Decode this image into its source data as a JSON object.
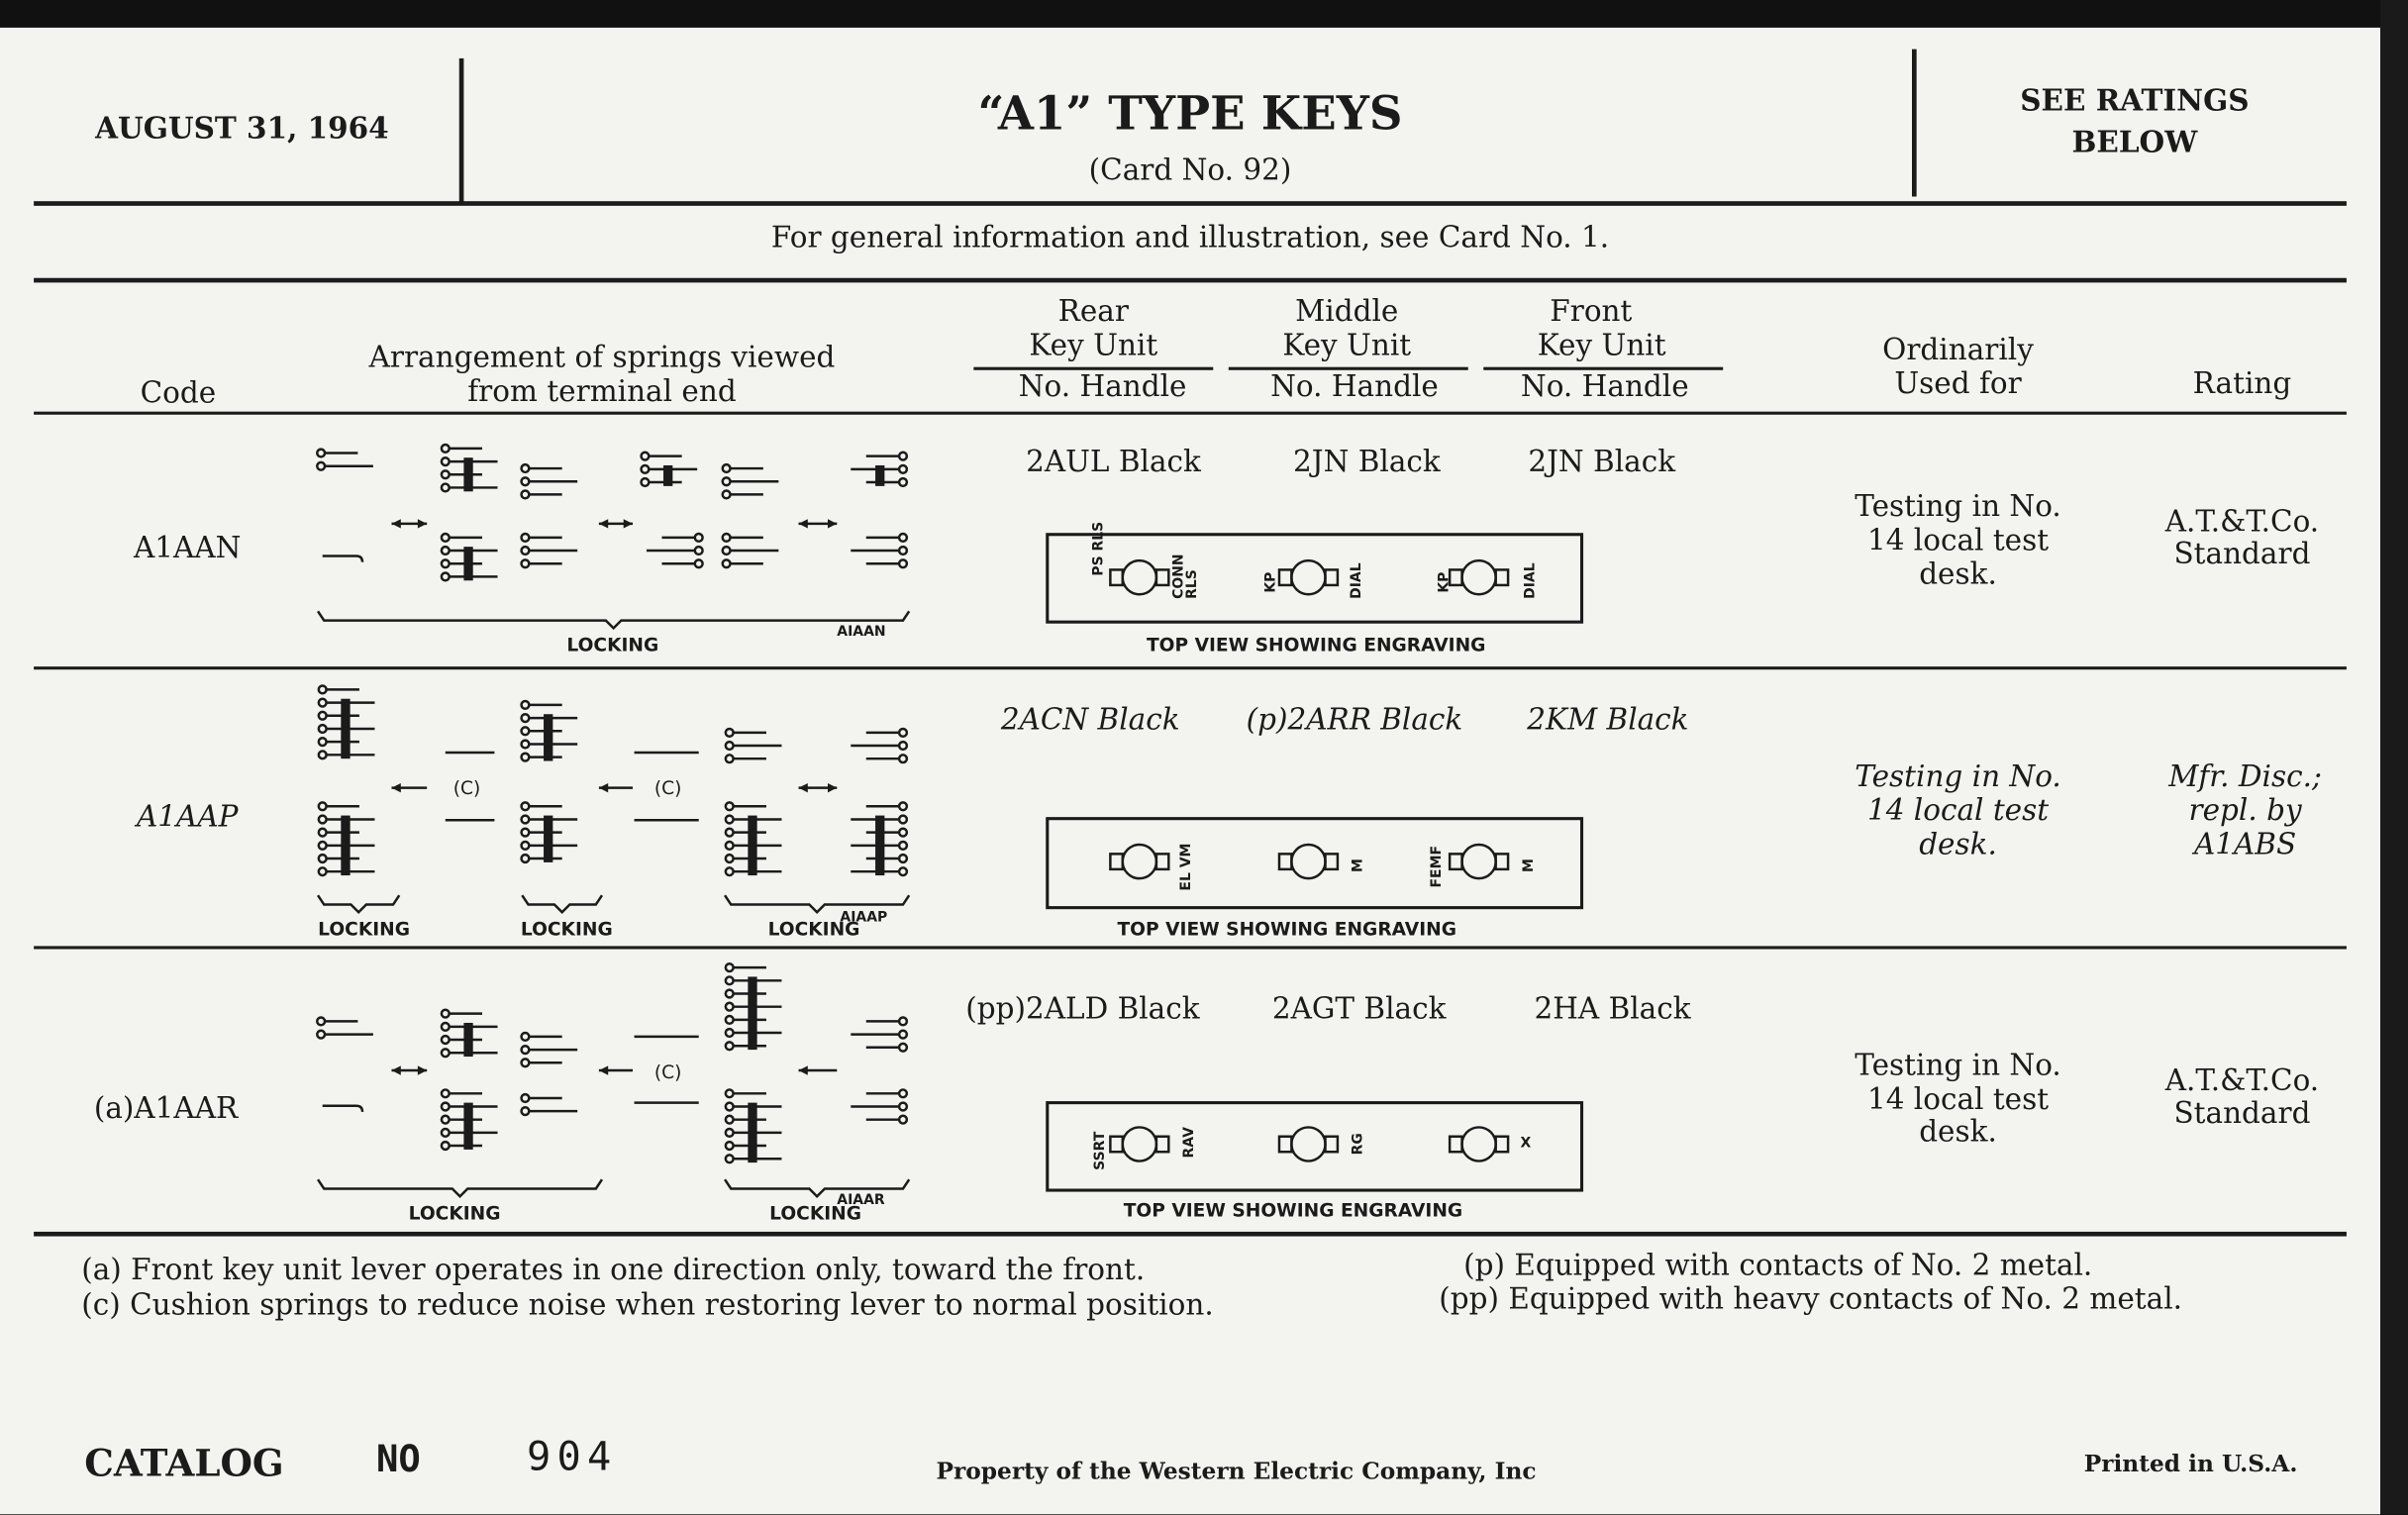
{
  "header": {
    "date": "AUGUST 31, 1964",
    "title": "“A1” TYPE KEYS",
    "card_no": "(Card No. 92)",
    "ratings_note": [
      "SEE RATINGS",
      "BELOW"
    ]
  },
  "general_info": "For general information and illustration, see Card No. 1.",
  "columns": {
    "code": "Code",
    "arrangement": [
      "Arrangement of springs viewed",
      "from terminal end"
    ],
    "rear": [
      "Rear",
      "Key Unit"
    ],
    "middle": [
      "Middle",
      "Key Unit"
    ],
    "front": [
      "Front",
      "Key Unit"
    ],
    "no_handle": "No. Handle",
    "used_for": [
      "Ordinarily",
      "Used for"
    ],
    "rating": "Rating"
  },
  "rows": [
    {
      "code": "A1AAN",
      "rear": "2AUL  Black",
      "middle": "2JN  Black",
      "front": "2JN   Black",
      "engraving": [
        "PS  RLS",
        "CONN RLS",
        "KP",
        "DIAL",
        "KP",
        "DIAL"
      ],
      "caption": "TOP VIEW SHOWING ENGRAVING",
      "used_for": [
        "Testing in No.",
        "14 local test",
        "desk."
      ],
      "rating": [
        "A.T.&T.Co.",
        "Standard"
      ],
      "diagram_labels": {
        "locking": [
          "LOCKING"
        ],
        "code": "AIAAN",
        "cushion": []
      }
    },
    {
      "code": "A1AAP",
      "rear": "2ACN  Black",
      "middle": "(p)2ARR  Black",
      "front": "2KM   Black",
      "engraving": [
        "EL VM",
        "M",
        "FEMF",
        "M"
      ],
      "caption": "TOP VIEW SHOWING ENGRAVING",
      "used_for": [
        "Testing in No.",
        "14 local test",
        "desk."
      ],
      "rating": [
        "Mfr. Disc.;",
        "repl. by",
        "A1ABS"
      ],
      "diagram_labels": {
        "locking": [
          "LOCKING",
          "LOCKING",
          "LOCKING"
        ],
        "code": "AIAAP",
        "cushion": [
          "(C)",
          "(C)"
        ]
      }
    },
    {
      "code": "(a)A1AAR",
      "rear": "(pp)2ALD  Black",
      "middle": "2AGT  Black",
      "front": "2HA   Black",
      "engraving": [
        "SSRT",
        "RAV",
        "RG",
        "X"
      ],
      "caption": "TOP VIEW SHOWING ENGRAVING",
      "used_for": [
        "Testing in No.",
        "14 local test",
        "desk."
      ],
      "rating": [
        "A.T.&T.Co.",
        "Standard"
      ],
      "diagram_labels": {
        "locking": [
          "LOCKING",
          "LOCKING"
        ],
        "code": "AIAAR",
        "cushion": [
          "(C)"
        ]
      }
    }
  ],
  "footnotes": {
    "a": "(a)  Front key unit lever operates in one direction only, toward the front.",
    "c": "(c)  Cushion springs to reduce noise when restoring lever to normal position.",
    "p": "(p)  Equipped with contacts of No. 2 metal.",
    "pp": "(pp)  Equipped with heavy contacts of No. 2 metal."
  },
  "footer": {
    "catalog": "CATALOG",
    "no": "NO",
    "number": "904",
    "property": "Property of the Western Electric Company, Inc",
    "printed": "Printed in U.S.A."
  }
}
